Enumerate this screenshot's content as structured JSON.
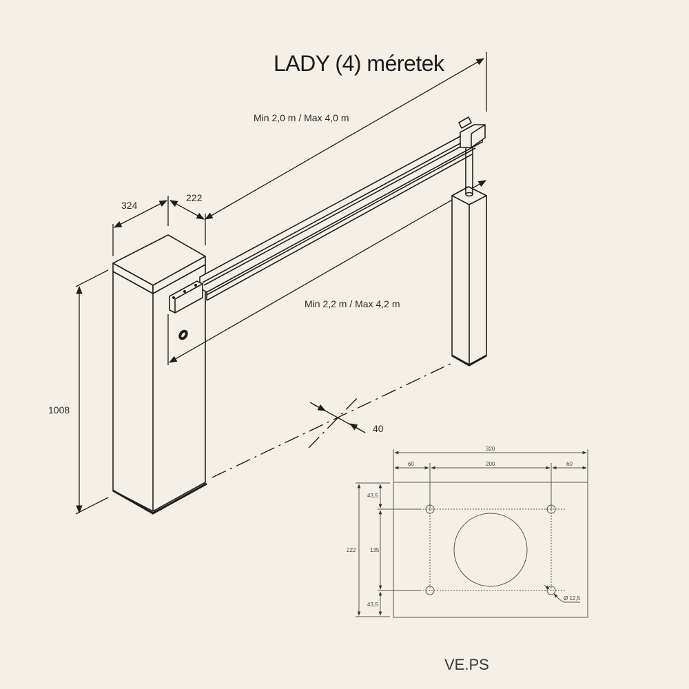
{
  "title": "LADY (4) méretek",
  "brand": "VE.PS",
  "iso_view": {
    "beam_length_label": "Min 2,0 m / Max 4,0 m",
    "passage_width_label": "Min 2,2 m / Max 4,2 m",
    "housing_depth": "324",
    "housing_width": "222",
    "housing_height": "1008",
    "beam_clearance": "40"
  },
  "base_plate": {
    "total_width": "320",
    "margin_left": "60",
    "hole_spacing_x": "200",
    "margin_right": "60",
    "total_height": "222",
    "margin_top": "43,5",
    "hole_spacing_y": "135",
    "margin_bottom": "43,5",
    "hole_diameter": "Ø 12,5"
  },
  "colors": {
    "background": "#f4f0e8",
    "line": "#1e1e1e"
  }
}
